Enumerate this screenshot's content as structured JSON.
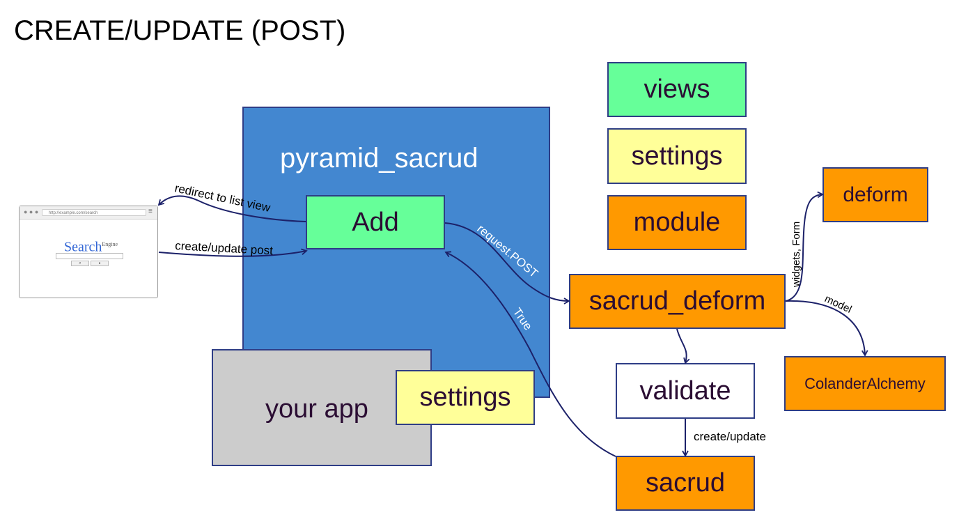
{
  "title": "CREATE/UPDATE (POST)",
  "colors": {
    "views": "#66ff99",
    "settings": "#ffff99",
    "module": "#ff9900",
    "framework": "#4387d0",
    "app": "#cccccc",
    "edge": "#1c2169"
  },
  "legend": {
    "views": "views",
    "settings": "settings",
    "module": "module"
  },
  "nodes": {
    "pyramid_sacrud": "pyramid_sacrud",
    "add": "Add",
    "your_app": "your app",
    "app_settings": "settings",
    "sacrud_deform": "sacrud_deform",
    "deform": "deform",
    "colanderalchemy": "ColanderAlchemy",
    "validate": "validate",
    "sacrud": "sacrud"
  },
  "browser": {
    "url": "http://example.com/search",
    "logo": "Search",
    "logo_sup": "Engine"
  },
  "edges": {
    "redirect": "redirect to list view",
    "create_update_post": "create/update post",
    "request_post": "request.POST",
    "true": "True",
    "widgets_form": "widgets, Form",
    "model": "model",
    "create_update": "create/update"
  }
}
